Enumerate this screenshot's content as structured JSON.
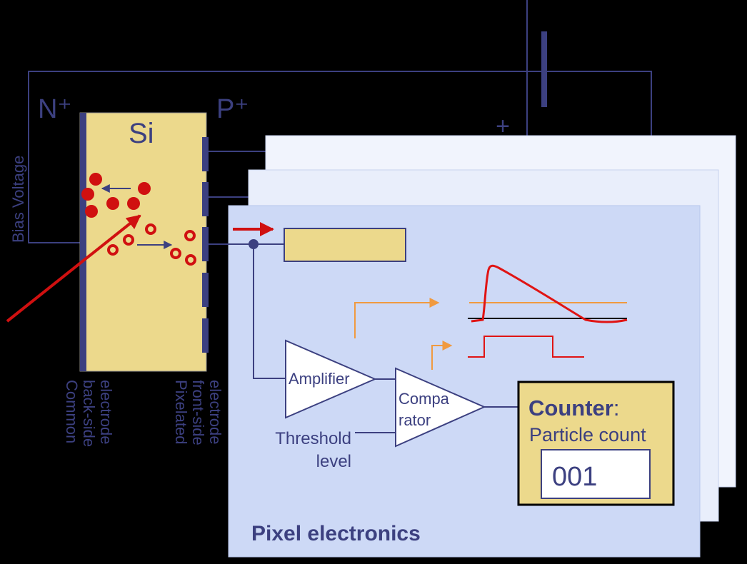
{
  "labels": {
    "n_plus": "N⁺",
    "p_plus": "P⁺",
    "si": "Si",
    "plus_sign": "+",
    "bias_voltage": "Bias Voltage",
    "back_electrode": [
      "Common",
      "back-side",
      "electrode"
    ],
    "front_electrode": [
      "Pixelated",
      "front-side",
      "electrode"
    ],
    "amplifier": "Amplifier",
    "comparator": [
      "Compa",
      "rator"
    ],
    "threshold": [
      "Threshold",
      "level"
    ],
    "counter_title": "Counter",
    "counter_colon": ":",
    "counter_subtitle": "Particle count",
    "counter_value": "001",
    "pixel_electronics": "Pixel electronics"
  },
  "colors": {
    "background": "#000000",
    "sensor_fill": "#ecd98c",
    "panel_fill": "#cdd9f6",
    "panel_back_fill": "#f1f4fd",
    "wire": "#3c4080",
    "text_blue": "#3c4080",
    "particle_red": "#d01010",
    "signal_orange": "#f09a40"
  }
}
